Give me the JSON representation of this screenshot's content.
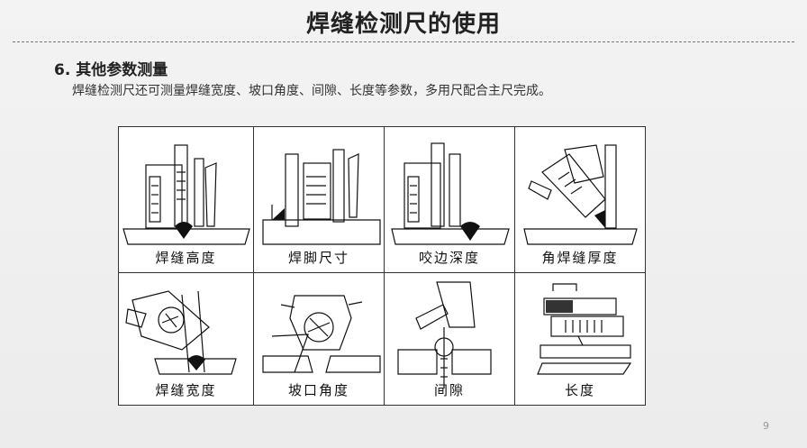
{
  "slide": {
    "title": "焊缝检测尺的使用",
    "section_heading": "6. 其他参数测量",
    "section_text": "焊缝检测尺还可测量焊缝宽度、坡口角度、间隙、长度等参数，多用尺配合主尺完成。",
    "page_number": "9"
  },
  "figures": [
    {
      "label": "焊缝高度",
      "icon": "weld-height-gauge-illustration"
    },
    {
      "label": "焊脚尺寸",
      "icon": "weld-leg-size-gauge-illustration"
    },
    {
      "label": "咬边深度",
      "icon": "undercut-depth-gauge-illustration"
    },
    {
      "label": "角焊缝厚度",
      "icon": "fillet-weld-thickness-gauge-illustration"
    },
    {
      "label": "焊缝宽度",
      "icon": "weld-width-gauge-illustration"
    },
    {
      "label": "坡口角度",
      "icon": "groove-angle-gauge-illustration"
    },
    {
      "label": "间隙",
      "icon": "gap-gauge-illustration"
    },
    {
      "label": "长度",
      "icon": "length-gauge-illustration"
    }
  ]
}
